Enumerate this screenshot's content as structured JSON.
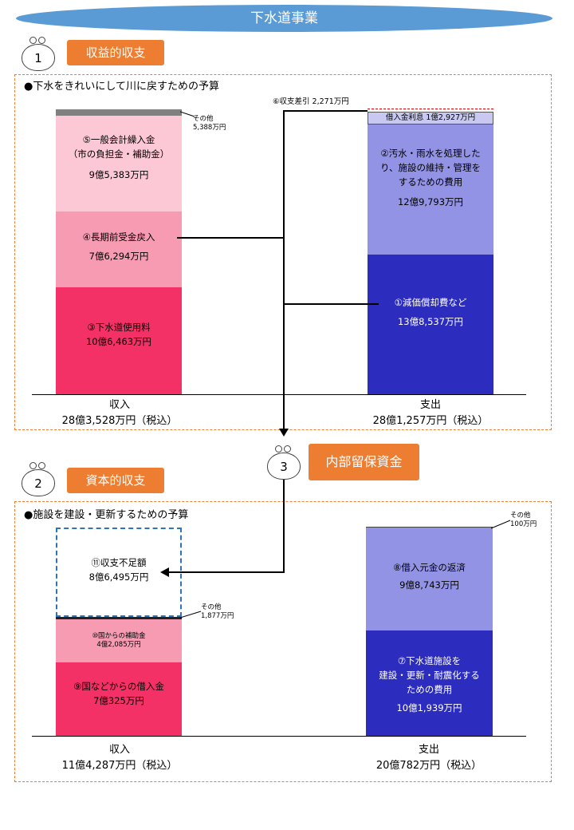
{
  "title": "下水道事業",
  "section1": {
    "number": "1",
    "label": "収益的収支",
    "heading": "●下水をきれいにして川に戻すための予算",
    "income": {
      "caption_label": "収入",
      "caption_total": "28億3,528万円（税込）",
      "other_label": "その他",
      "other_value": "5,388万円",
      "general_label_1": "⑤一般会計繰入金",
      "general_label_2": "（市の負担金・補助金）",
      "general_value": "9億5,383万円",
      "longterm_label": "④長期前受金戻入",
      "longterm_value": "7億6,294万円",
      "fee_label": "③下水道使用料",
      "fee_value": "10億6,463万円"
    },
    "expense": {
      "caption_label": "支出",
      "caption_total": "28億1,257万円（税込）",
      "interest": "借入金利息 1億2,927万円",
      "ops_label_1": "②汚水・雨水を処理した",
      "ops_label_2": "り、施設の維持・管理を",
      "ops_label_3": "するための費用",
      "ops_value": "12億9,793万円",
      "dep_label": "①減価償却費など",
      "dep_value": "13億8,537万円"
    },
    "diff": "⑥収支差引 2,271万円"
  },
  "reserve": {
    "number": "3",
    "label": "内部留保資金"
  },
  "section2": {
    "number": "2",
    "label": "資本的収支",
    "heading": "●施設を建設・更新するための予算",
    "income": {
      "caption_label": "収入",
      "caption_total": "11億4,287万円（税込）",
      "shortfall_label": "⑪収支不足額",
      "shortfall_value": "8億6,495万円",
      "other_label": "その他",
      "other_value": "1,877万円",
      "subsidy_label": "⑩国からの補助金",
      "subsidy_value": "4億2,085万円",
      "loan_label": "⑨国などからの借入金",
      "loan_value": "7億325万円"
    },
    "expense": {
      "caption_label": "支出",
      "caption_total": "20億782万円（税込）",
      "other_label": "その他",
      "other_value": "100万円",
      "repay_label": "⑧借入元金の返済",
      "repay_value": "9億8,743万円",
      "build_label_1": "⑦下水道施設を",
      "build_label_2": "建設・更新・耐震化する",
      "build_label_3": "ための費用",
      "build_value": "10億1,939万円"
    }
  },
  "colors": {
    "accent_orange": "#ed7d31",
    "title_blue": "#5b9bd5",
    "fee_red": "#f43166",
    "longterm_pink": "#f69bb2",
    "general_light_pink": "#fcc8d6",
    "other_gray": "#808080",
    "dep_navy": "#2c2cbf",
    "ops_lavender": "#9393e6",
    "interest_light": "#c8c8f0"
  }
}
